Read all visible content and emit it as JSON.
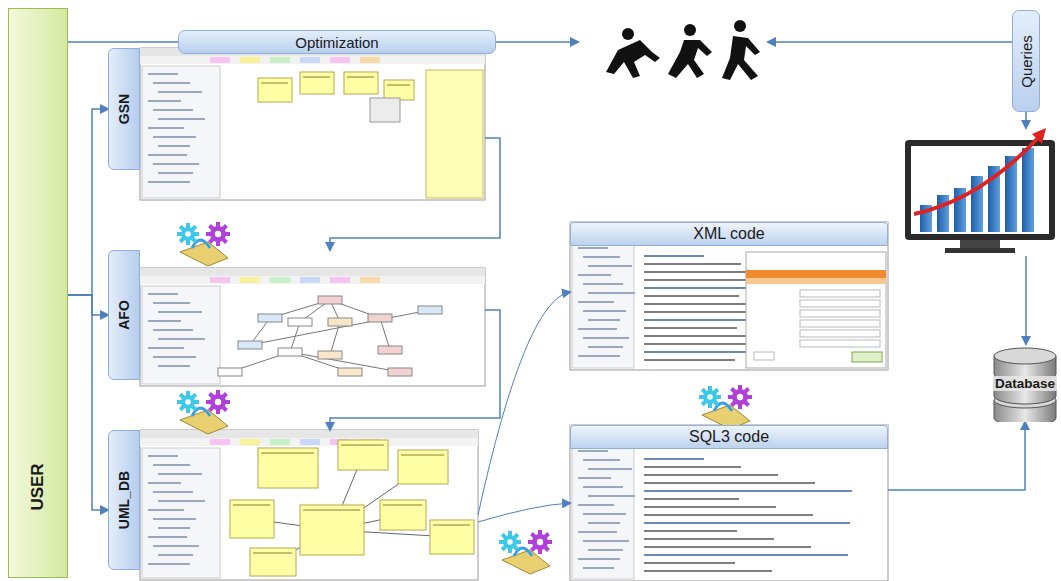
{
  "diagram": {
    "nodes": [
      {
        "text": [
          "USER"
        ]
      },
      {
        "text": [
          "Optimization"
        ]
      },
      {
        "text": [
          "GSN"
        ]
      },
      {
        "text": [
          "AFO"
        ]
      },
      {
        "text": [
          "UML_DB"
        ]
      },
      {
        "text": [
          "XML code"
        ]
      },
      {
        "text": [
          "SQL3 code"
        ]
      },
      {
        "text": [
          "Queries"
        ]
      },
      {
        "text": [
          "Database"
        ]
      }
    ],
    "edges": [
      {
        "from": 0,
        "to": 1,
        "arrow": "none"
      },
      {
        "from": 0,
        "to": 2,
        "arrow": "to"
      },
      {
        "from": 0,
        "to": 3,
        "arrow": "to"
      },
      {
        "from": 0,
        "to": 4,
        "arrow": "to"
      },
      {
        "from": 2,
        "to": 3,
        "arrow": "to"
      },
      {
        "from": 3,
        "to": 4,
        "arrow": "to"
      },
      {
        "from": 4,
        "to": 5,
        "arrow": "to"
      },
      {
        "from": 4,
        "to": 6,
        "arrow": "to"
      },
      {
        "from": 6,
        "to": 8,
        "arrow": "to"
      }
    ]
  }
}
